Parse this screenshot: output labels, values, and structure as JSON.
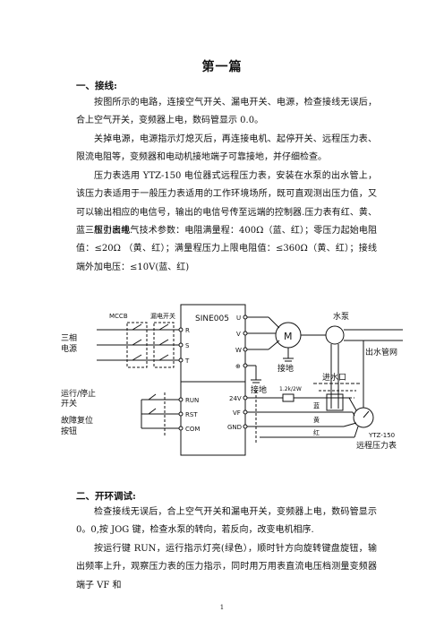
{
  "title": "第一篇",
  "section1": {
    "heading": "一、接线:",
    "paragraphs": [
      "按图所示的电路，连接空气开关、漏电开关、电源，检查接线无误后，合上空气开关，变频器上电，数码管显示 0.0。",
      "关掉电源，电源指示灯熄灭后，再连接电机、起停开关、远程压力表、限流电阻等，变频器和电动机接地端子可靠接地，并仔细检查。",
      "压力表选用 YTZ-150 电位器式远程压力表，安装在水泵的出水管上，该压力表适用于一般压力表适用的工作环境场所，既可直观测出压力值，又可以输出相应的电信号，输出的电信号传至远端的控制器.压力表有红、黄、蓝三根引出线.",
      "压力表电气技术参数：电阻满量程：400Ω（蓝、红）；零压力起始电阻值：≤20Ω （黄、红）；满量程压力上限电阻值：≤360Ω（黄、红）；接线端外加电压：≤10V(蓝、红)"
    ]
  },
  "diagram": {
    "mccb": "MCCB",
    "leakage": "漏电开关",
    "power_label_1": "三相",
    "power_label_2": "电源",
    "inverter": "SINE005",
    "t_r": "R",
    "t_s": "S",
    "t_t": "T",
    "t_u": "U",
    "t_v": "V",
    "t_w": "W",
    "t_pe": "⊕",
    "t_run": "RUN",
    "t_rst": "RST",
    "t_com": "COM",
    "t_24v": "24V",
    "t_vf": "VF",
    "t_gnd": "GND",
    "motor": "M",
    "ground1": "接地",
    "ground2": "接地",
    "pump": "水泵",
    "outlet": "出水管网",
    "inlet": "进水口",
    "runstop_1": "运行/停止",
    "runstop_2": "开关",
    "reset_1": "故障复位",
    "reset_2": "按钮",
    "resistor": "1.2k/2W",
    "wire_blue": "蓝",
    "wire_yellow": "黄",
    "wire_red": "红",
    "gauge_model": "YTZ-150",
    "gauge_label": "远程压力表"
  },
  "section2": {
    "heading": "二、开环调试:",
    "paragraphs": [
      "检查接线无误后，合上空气开关和漏电开关，变频器上电，数码管显示 0。0,按 JOG 键，检查水泵的转向，若反向，改变电机相序.",
      "按运行键 RUN，运行指示灯亮(绿色），顺时针方向旋转键盘旋钮，输出频率上升，观察压力表的压力指示，同时用万用表直流电压档测量变频器端子 VF 和"
    ]
  },
  "page_number": "1"
}
